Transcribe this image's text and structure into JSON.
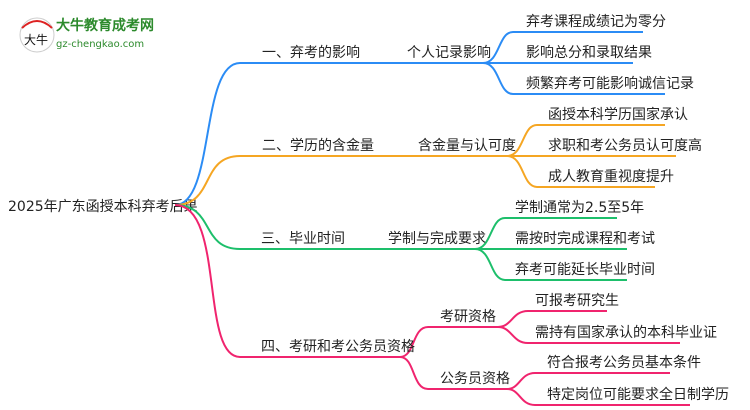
{
  "logo": {
    "title": "大牛教育成考网",
    "url": "gz-chengkao.com",
    "mark_text": "大牛"
  },
  "root": "2025年广东函授本科弃考后果",
  "colors": {
    "blue": "#2b8cf5",
    "orange": "#f5a623",
    "green": "#1dbf6b",
    "pink": "#f0246e"
  },
  "branches": [
    {
      "label": "一、弃考的影响",
      "sub": [
        {
          "label": "个人记录影响",
          "leaves": [
            "弃考课程成绩记为零分",
            "影响总分和录取结果",
            "频繁弃考可能影响诚信记录"
          ]
        }
      ]
    },
    {
      "label": "二、学历的含金量",
      "sub": [
        {
          "label": "含金量与认可度",
          "leaves": [
            "函授本科学历国家承认",
            "求职和考公务员认可度高",
            "成人教育重视度提升"
          ]
        }
      ]
    },
    {
      "label": "三、毕业时间",
      "sub": [
        {
          "label": "学制与完成要求",
          "leaves": [
            "学制通常为2.5至5年",
            "需按时完成课程和考试",
            "弃考可能延长毕业时间"
          ]
        }
      ]
    },
    {
      "label": "四、考研和考公务员资格",
      "sub": [
        {
          "label": "考研资格",
          "leaves": [
            "可报考研究生",
            "需持有国家承认的本科毕业证"
          ]
        },
        {
          "label": "公务员资格",
          "leaves": [
            "符合报考公务员基本条件",
            "特定岗位可能要求全日制学历"
          ]
        }
      ]
    }
  ]
}
